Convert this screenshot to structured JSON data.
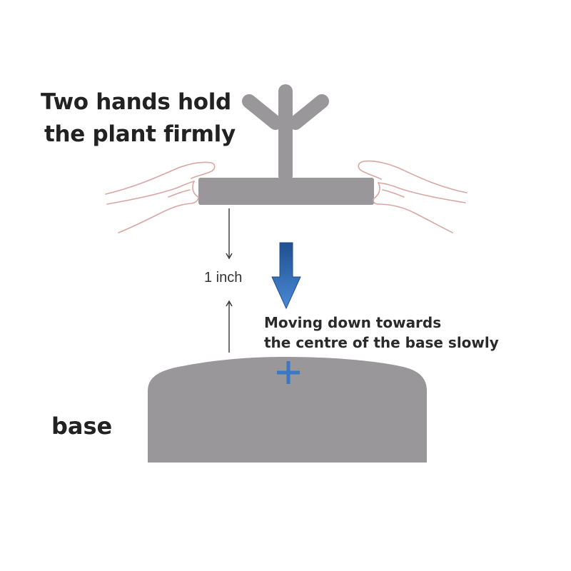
{
  "title": {
    "line1": "Two hands hold",
    "line2": "the plant firmly"
  },
  "distance": {
    "label": "1 inch"
  },
  "instruction": {
    "line1": "Moving down towards",
    "line2": "the centre of the base slowly"
  },
  "base": {
    "label": "base"
  },
  "colors": {
    "shape_gray": "#999799",
    "arrow_blue": "#2f6fb8",
    "arrow_blue_dark": "#1f4f8f",
    "plus_blue": "#3a78c4",
    "hand_outline": "#d9a6a2",
    "text": "#222222",
    "measure_line": "#333333"
  },
  "icons": {
    "plant": "plant-stake-icon",
    "hands": "hands-icon",
    "down_arrow": "down-arrow-icon",
    "center_mark": "plus-icon"
  }
}
